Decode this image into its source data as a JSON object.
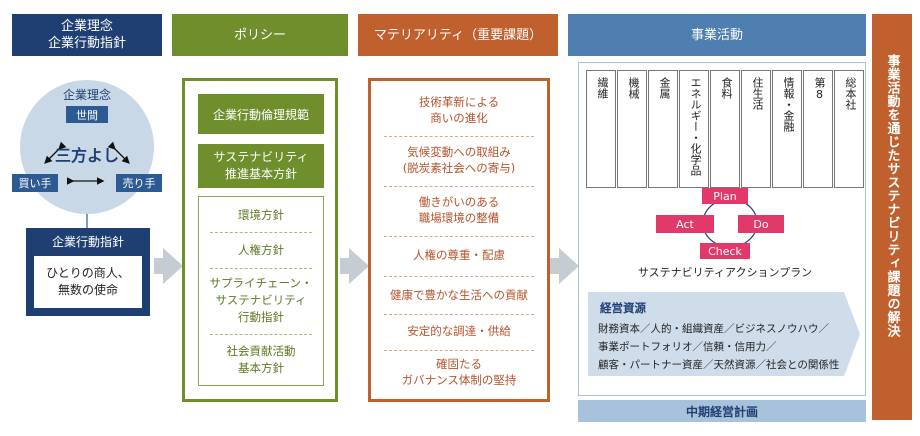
{
  "headers": {
    "philosophy": [
      "企業理念",
      "企業行動指針"
    ],
    "policy": "ポリシー",
    "materiality": "マテリアリティ（重要課題）",
    "business": "事業活動"
  },
  "side_label": "事業活動を通じたサステナビリティ課題の解決",
  "philosophy": {
    "circle_title": "企業理念",
    "seken": "世間",
    "sanpo": "三方よし",
    "kaite": "買い手",
    "urite": "売り手",
    "guideline_title": "企業行動指針",
    "guideline_body": [
      "ひとりの商人、",
      "無数の使命"
    ]
  },
  "policy": {
    "ethics": "企業行動倫理規範",
    "sustain_basic": [
      "サステナビリティ",
      "推進基本方針"
    ],
    "items": [
      [
        "環境方針"
      ],
      [
        "人権方針"
      ],
      [
        "サプライチェーン・",
        "サステナビリティ",
        "行動指針"
      ],
      [
        "社会貢献活動",
        "基本方針"
      ]
    ]
  },
  "materiality": [
    [
      "技術革新による",
      "商いの進化"
    ],
    [
      "気候変動への取組み",
      "(脱炭素社会への寄与)"
    ],
    [
      "働きがいのある",
      "職場環境の整備"
    ],
    [
      "人権の尊重・配慮"
    ],
    [
      "健康で豊かな生活への貢献"
    ],
    [
      "安定的な調達・供給"
    ],
    [
      "確固たる",
      "ガバナンス体制の堅持"
    ]
  ],
  "business": {
    "segments": [
      "繊維",
      "機械",
      "金属",
      "エネルギー・化学品",
      "食料",
      "住生活",
      "情報・金融",
      "第8",
      "総本社"
    ],
    "pdca": {
      "plan": "Plan",
      "do": "Do",
      "check": "Check",
      "act": "Act"
    },
    "action_plan": "サステナビリティアクションプラン",
    "resources_title": "経営資源",
    "resources_body": [
      "財務資本／人的・組織資産／ビジネスノウハウ／",
      "事業ポートフォリオ／信頼・信用力／",
      "顧客・パートナー資産／天然資源／社会との関係性"
    ],
    "midterm_plan": "中期経営計画"
  },
  "colors": {
    "navy": "#1f3f73",
    "green": "#6f8f2d",
    "orange": "#c0602f",
    "steel": "#4f7fb0",
    "pdca": "#e0396a",
    "light_blue": "#a9c2db",
    "circle": "#c9d8e6"
  }
}
